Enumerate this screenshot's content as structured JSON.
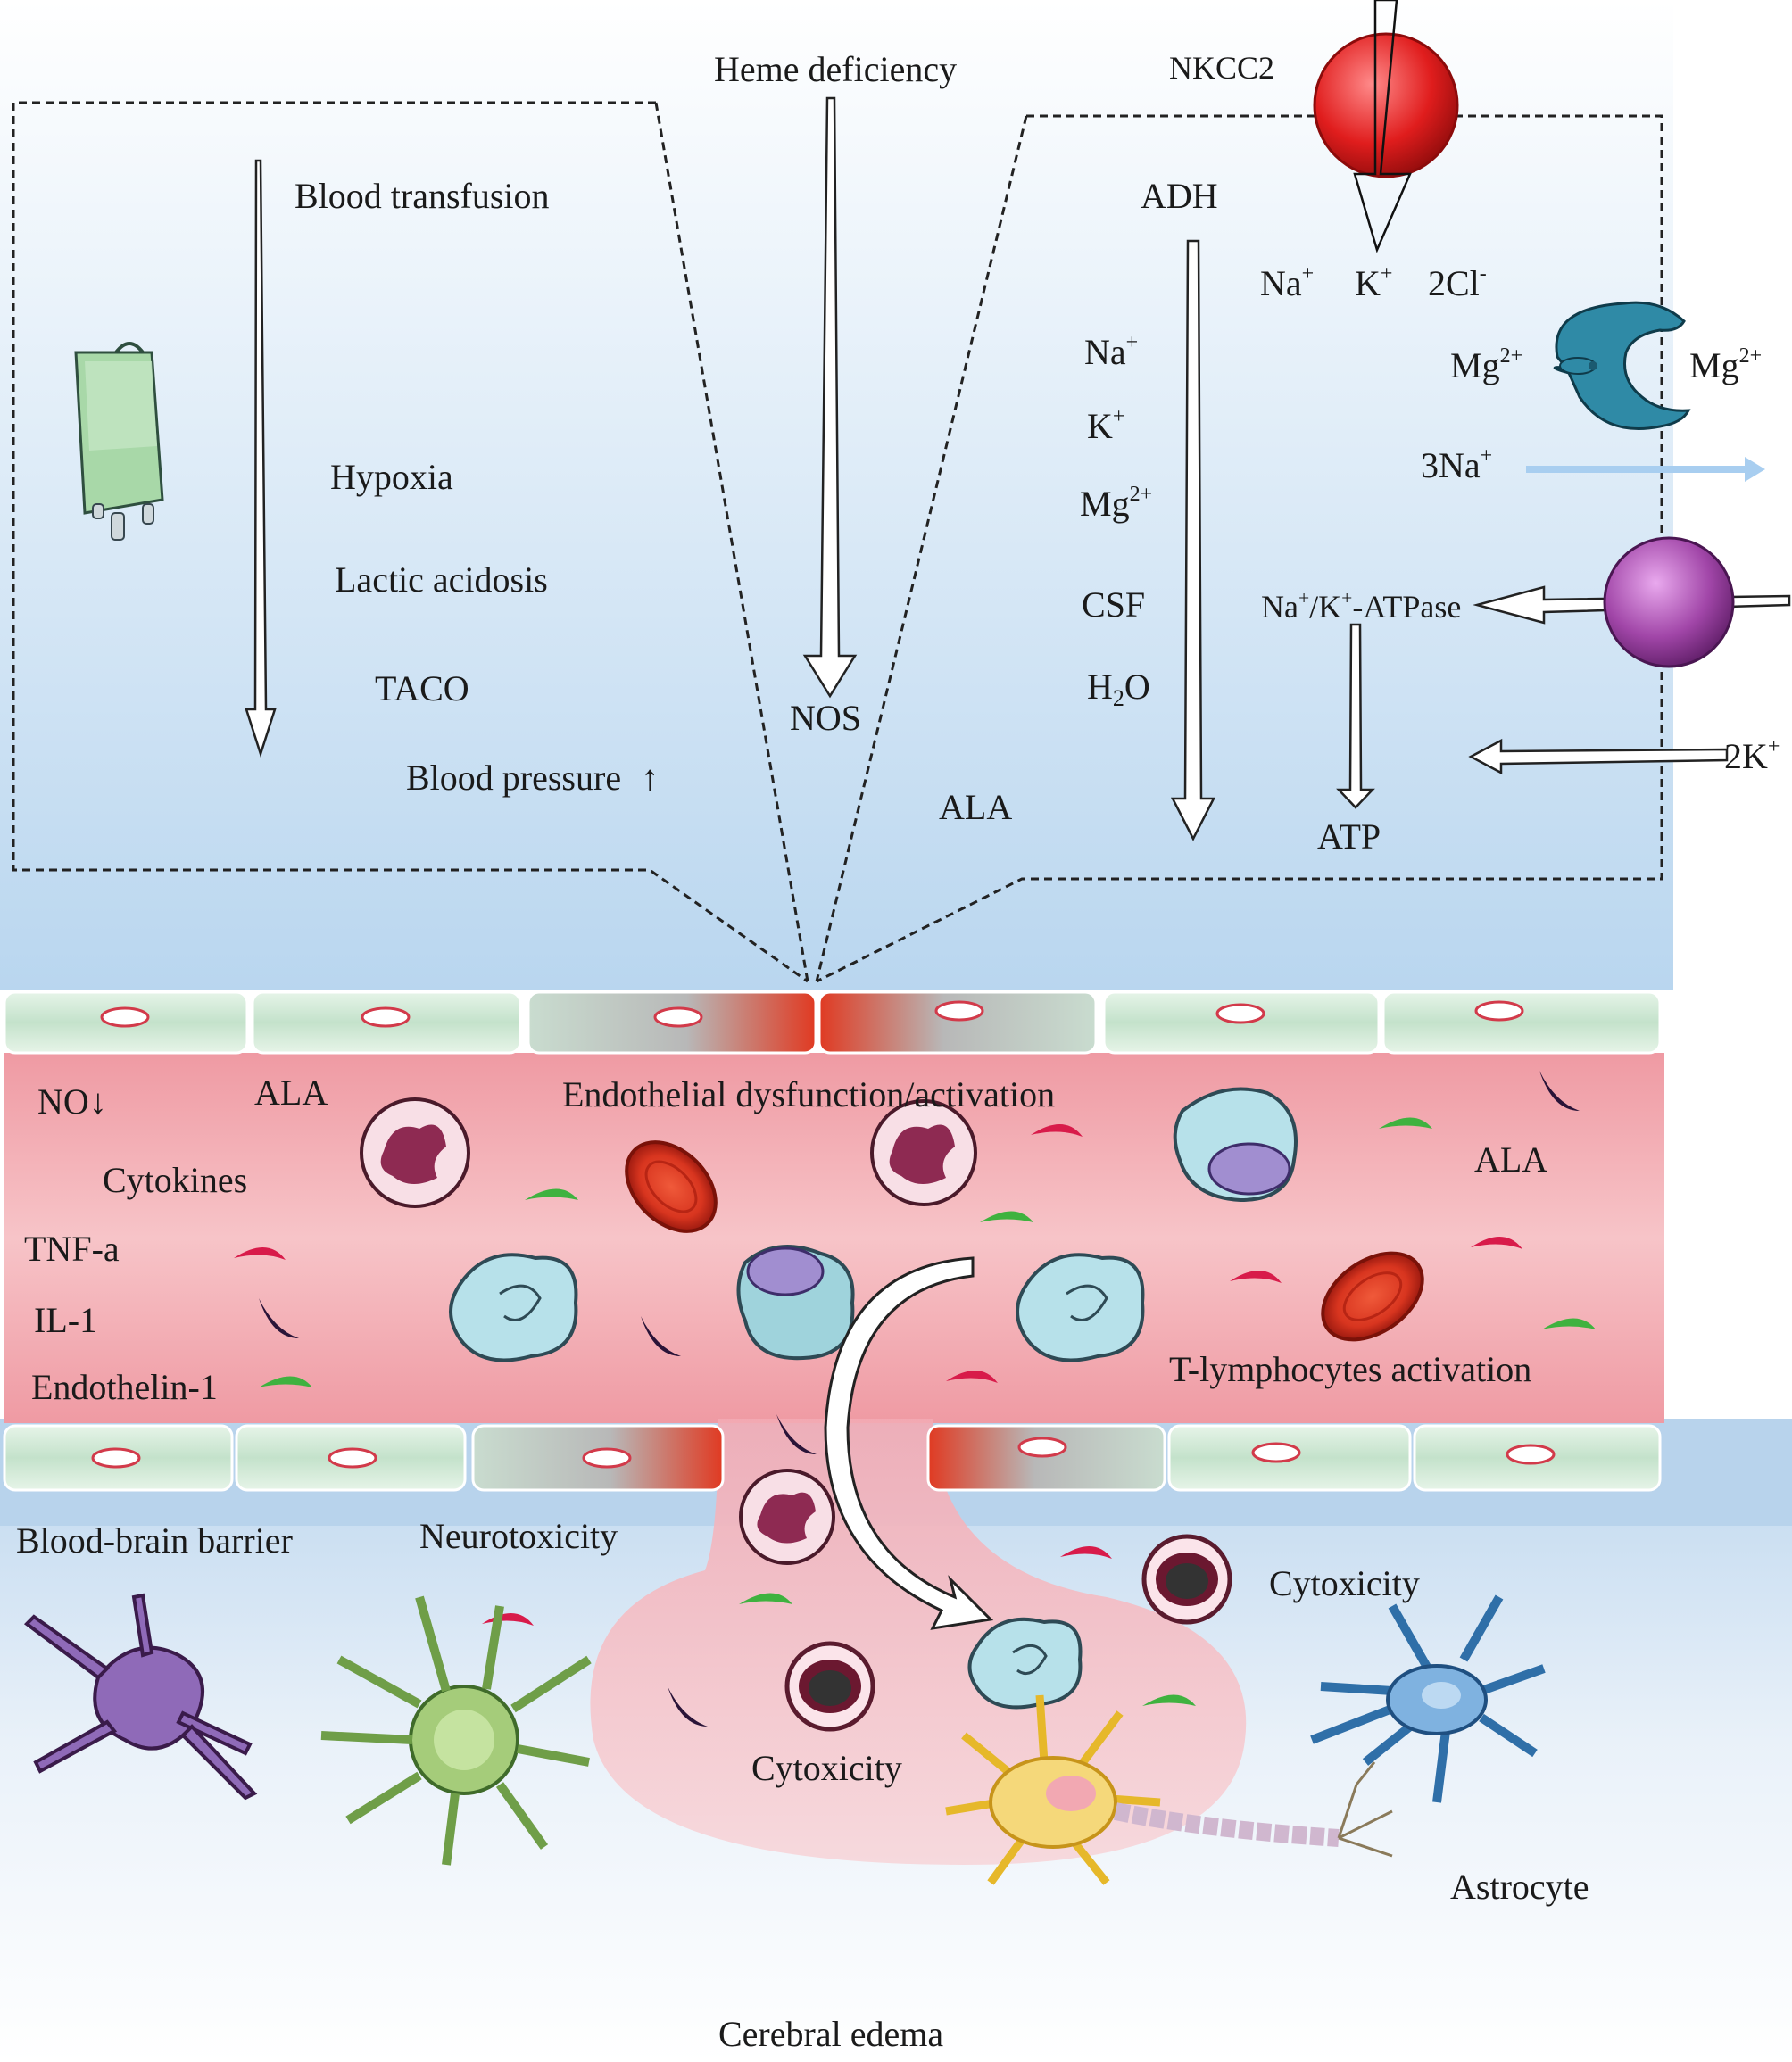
{
  "title": "Cerebral edema",
  "top_panel": {
    "heme_deficiency": "Heme deficiency",
    "nos": "NOS",
    "ala": "ALA",
    "left_box": {
      "blood_transfusion": "Blood transfusion",
      "hypoxia": "Hypoxia",
      "lactic_acidosis": "Lactic acidosis",
      "taco": "TACO",
      "blood_pressure": "Blood pressure",
      "up_arrow": "↑"
    },
    "right_box": {
      "nkcc2": "NKCC2",
      "adh": "ADH",
      "na": "Na",
      "k": "K",
      "mg": "Mg",
      "csf": "CSF",
      "h2o_h": "H",
      "h2o_2": "2",
      "h2o_o": "O",
      "cl_2": "2Cl",
      "na3": "3Na",
      "na_k_atpase_na": "Na",
      "na_k_atpase_k": "/K",
      "na_k_atpase_rest": "-ATPase",
      "k2": "2K",
      "atp": "ATP",
      "sup_plus": "+",
      "sup_minus": "-",
      "sup_mg": "2+"
    }
  },
  "vessel": {
    "no_down": "NO↓",
    "ala_left": "ALA",
    "endothelial": "Endothelial dysfunction/activation",
    "ala_right": "ALA",
    "cytokines": "Cytokines",
    "tnf": "TNF-a",
    "il1": "IL-1",
    "endothelin": "Endothelin-1",
    "t_lymphocytes": "T-lymphocytes activation"
  },
  "brain": {
    "bbb": "Blood-brain barrier",
    "neurotoxicity": "Neurotoxicity",
    "cytoxicity_right": "Cytoxicity",
    "cytoxicity_center": "Cytoxicity",
    "astrocyte": "Astrocyte",
    "cerebral_edema": "Cerebral edema"
  },
  "colors": {
    "tnf_marker": "#d81b4a",
    "il1_marker": "#2a1438",
    "endothelin_marker": "#3fb23f",
    "nkcc2": "#e02020",
    "atpase": "#9a3aa0",
    "mg_channel": "#2e8aa8",
    "vessel": "#f2a4ac",
    "endothelium": "#cfe8d4"
  }
}
